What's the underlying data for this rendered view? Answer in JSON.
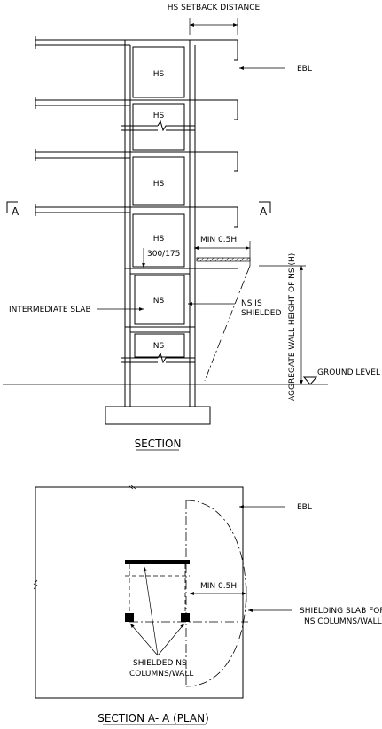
{
  "section": {
    "title": "SECTION",
    "labels": {
      "setback": "HS SETBACK DISTANCE",
      "ebl": "EBL",
      "section_marker": "A",
      "hs": "HS",
      "ns": "NS",
      "slab_offset": "300/175",
      "min_dist": "MIN 0.5H",
      "intermediate_slab": "INTERMEDIATE SLAB",
      "ns_shielded_1": "NS IS",
      "ns_shielded_2": "SHIELDED",
      "aggregate_height": "AGGREGATE WALL HEIGHT OF NS (H)",
      "ground_level": "GROUND LEVEL"
    }
  },
  "plan": {
    "title": "SECTION A- A (PLAN)",
    "labels": {
      "ebl": "EBL",
      "min_dist": "MIN 0.5H",
      "shield_slab_1": "SHIELDING SLAB FOR",
      "shield_slab_2": "NS COLUMNS/WALL",
      "shielded_ns_1": "SHIELDED NS",
      "shielded_ns_2": "COLUMNS/WALL"
    }
  }
}
